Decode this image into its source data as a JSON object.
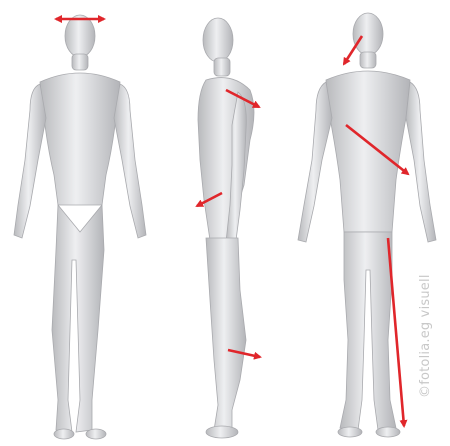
{
  "image": {
    "subject": "three grey human body figures: front, side and back view",
    "arrow_color": "#e0262b",
    "figure_color": "#d8d9dc",
    "watermark": "©fotolia.eg visuell"
  },
  "figures": [
    {
      "view": "front",
      "arrows": [
        {
          "location": "top of head",
          "style": "double-headed"
        }
      ]
    },
    {
      "view": "side",
      "arrows": [
        {
          "location": "shoulder",
          "style": "single"
        },
        {
          "location": "hip",
          "style": "single"
        },
        {
          "location": "knee",
          "style": "single"
        }
      ]
    },
    {
      "view": "back",
      "arrows": [
        {
          "location": "neck",
          "style": "single"
        },
        {
          "location": "back diagonal",
          "style": "single"
        },
        {
          "location": "back of leg to heel",
          "style": "single"
        }
      ]
    }
  ]
}
